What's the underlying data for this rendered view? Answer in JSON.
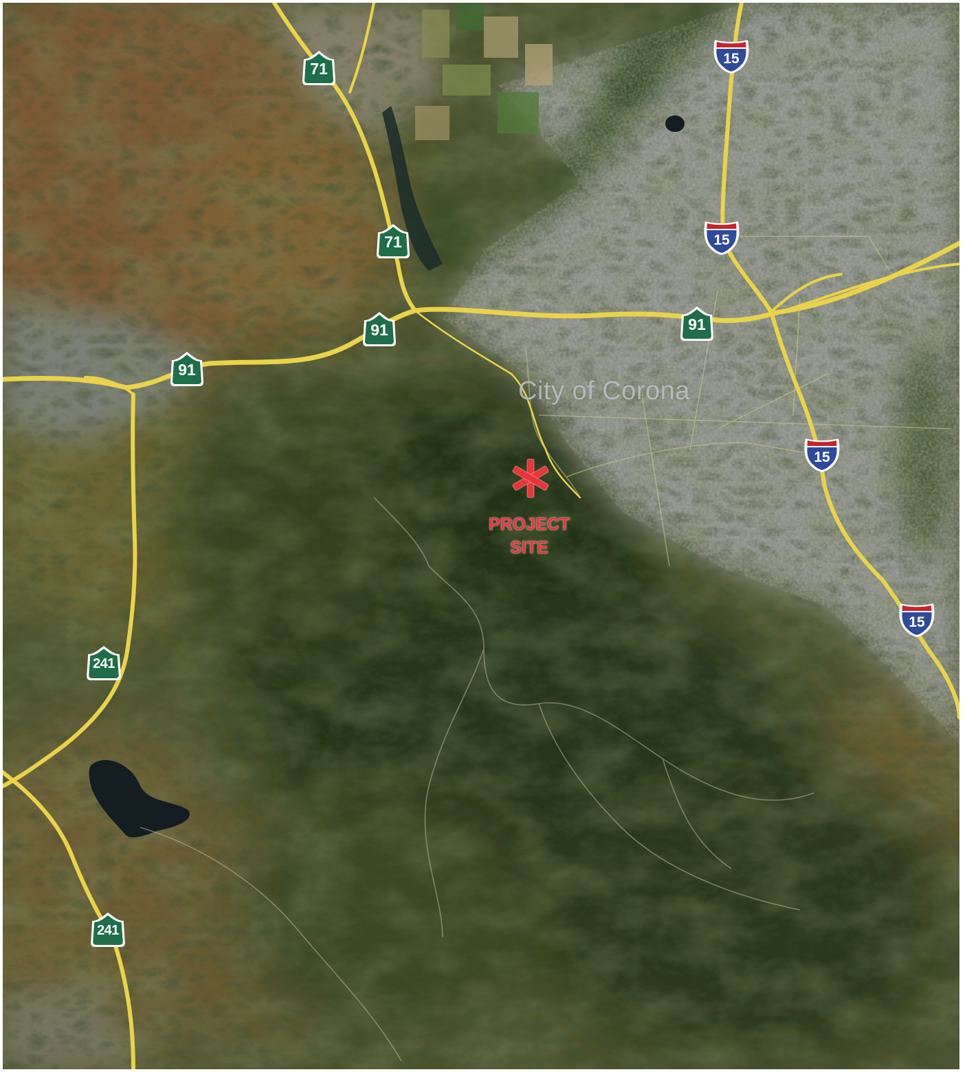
{
  "map": {
    "city_label": "City of Corona",
    "site_label_line1": "PROJECT",
    "site_label_line2": "SITE",
    "colors": {
      "highway": "#e9d34a",
      "site_marker": "#e8353a",
      "state_shield": "#1f6e49",
      "interstate_blue": "#2e4a9b",
      "interstate_red": "#c8242b"
    }
  },
  "shields": {
    "sr71_north": {
      "route": "71",
      "type": "state"
    },
    "sr71_south": {
      "route": "71",
      "type": "state"
    },
    "sr91_east": {
      "route": "91",
      "type": "state"
    },
    "sr91_mid": {
      "route": "91",
      "type": "state"
    },
    "sr91_west": {
      "route": "91",
      "type": "state"
    },
    "sr241_north": {
      "route": "241",
      "type": "state"
    },
    "sr241_south": {
      "route": "241",
      "type": "state"
    },
    "i15_north": {
      "route": "15",
      "type": "interstate"
    },
    "i15_mid": {
      "route": "15",
      "type": "interstate"
    },
    "i15_south": {
      "route": "15",
      "type": "interstate"
    },
    "i15_far_south": {
      "route": "15",
      "type": "interstate"
    }
  }
}
